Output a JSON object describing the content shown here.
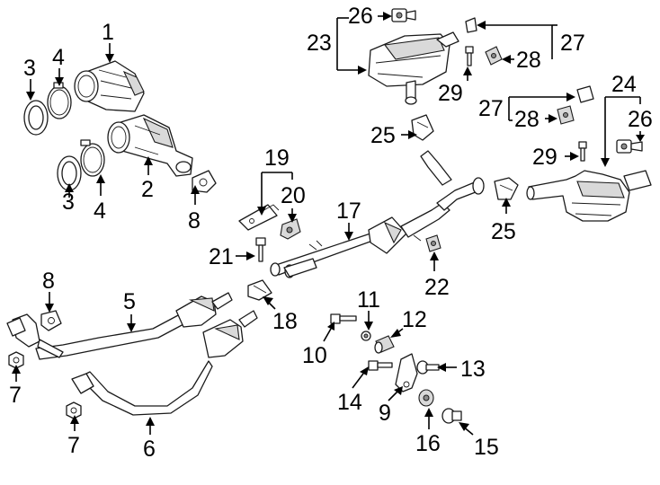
{
  "callouts": {
    "c1": "1",
    "c2": "2",
    "c3a": "3",
    "c3b": "3",
    "c4a": "4",
    "c4b": "4",
    "c5": "5",
    "c6": "6",
    "c7a": "7",
    "c7b": "7",
    "c8a": "8",
    "c8b": "8",
    "c9": "9",
    "c10": "10",
    "c11": "11",
    "c12": "12",
    "c13": "13",
    "c14": "14",
    "c15": "15",
    "c16": "16",
    "c17": "17",
    "c18": "18",
    "c19": "19",
    "c20": "20",
    "c21": "21",
    "c22": "22",
    "c23": "23",
    "c24": "24",
    "c25a": "25",
    "c25b": "25",
    "c26a": "26",
    "c26b": "26",
    "c27a": "27",
    "c27b": "27",
    "c28a": "28",
    "c28b": "28",
    "c29a": "29",
    "c29b": "29"
  }
}
